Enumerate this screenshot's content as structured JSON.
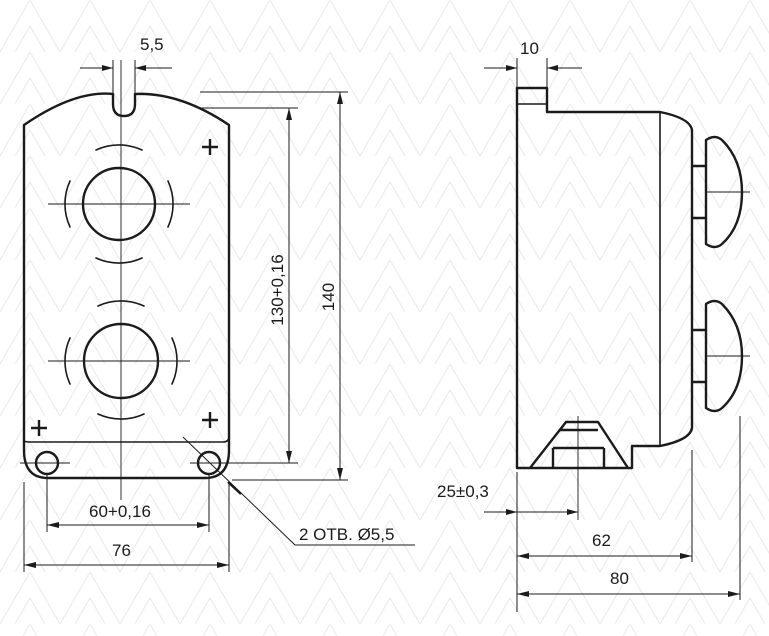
{
  "front_view": {
    "dim_slot_width": "5,5",
    "dim_hole_spacing_horizontal": "60+0,16",
    "dim_overall_width": "76",
    "dim_hole_spacing_vertical": "130+0,16",
    "dim_overall_height": "140",
    "holes_note": "2 ОТВ. Ø5,5"
  },
  "side_view": {
    "dim_tab_width": "10",
    "dim_mount_offset": "25±0,3",
    "dim_body_depth": "62",
    "dim_overall_depth": "80"
  }
}
